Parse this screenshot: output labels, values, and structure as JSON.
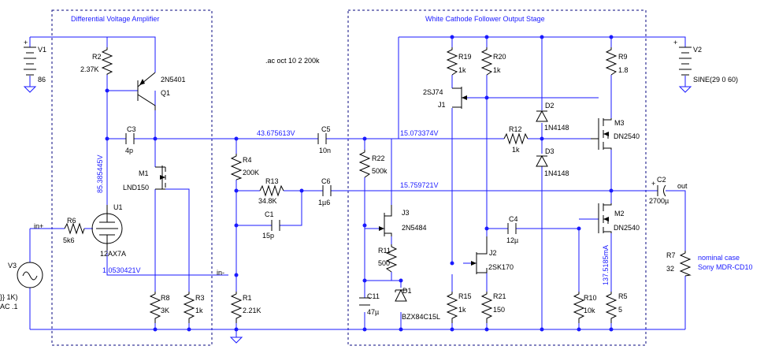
{
  "blocks": {
    "dva_title": "Differential Voltage Amplifier",
    "wcf_title": "White Cathode Follower Output Stage"
  },
  "directive": ".ac oct 10 2 200k",
  "sources": {
    "v1_name": "V1",
    "v1_value": "86",
    "v2_name": "V2",
    "v2_value": "SINE(29 0 60)",
    "v3_name": "V3",
    "v3_value1": "}} 1K)",
    "v3_value2": "AC .1"
  },
  "nets": {
    "in_plus": "in+",
    "in_minus": "in-",
    "out": "out"
  },
  "voltages": {
    "n1": "43.675613V",
    "n2": "15.073374V",
    "n3": "15.759721V",
    "n4": "1.0530421V",
    "n5": "85.385445V"
  },
  "currents": {
    "i1": "137.5185mA"
  },
  "parts": {
    "R2": {
      "name": "R2",
      "value": "2.37K"
    },
    "Q1": {
      "name": "Q1",
      "value": "2N5401"
    },
    "C3": {
      "name": "C3",
      "value": "4p"
    },
    "M1": {
      "name": "M1",
      "value": "LND150"
    },
    "U1": {
      "name": "U1",
      "value": "12AX7A"
    },
    "R6": {
      "name": "R6",
      "value": "5k6"
    },
    "R8": {
      "name": "R8",
      "value": "3K"
    },
    "R3": {
      "name": "R3",
      "value": "1k"
    },
    "R4": {
      "name": "R4",
      "value": "200K"
    },
    "R13": {
      "name": "R13",
      "value": "34.8K"
    },
    "C1": {
      "name": "C1",
      "value": "15p"
    },
    "R1": {
      "name": "R1",
      "value": "2.21K"
    },
    "C5": {
      "name": "C5",
      "value": "10n"
    },
    "C6": {
      "name": "C6",
      "value": "1µ6"
    },
    "R22": {
      "name": "R22",
      "value": "500k"
    },
    "J3": {
      "name": "J3",
      "value": "2N5484"
    },
    "R11": {
      "name": "R11",
      "value": "500"
    },
    "C11": {
      "name": "C11",
      "value": "47µ"
    },
    "D1": {
      "name": "D1",
      "value": "BZX84C15L"
    },
    "R19": {
      "name": "R19",
      "value": "1k"
    },
    "R20": {
      "name": "R20",
      "value": "1k"
    },
    "J1": {
      "name": "J1",
      "value": "2SJ74"
    },
    "R12": {
      "name": "R12",
      "value": "1k"
    },
    "D2": {
      "name": "D2",
      "value": "1N4148"
    },
    "D3": {
      "name": "D3",
      "value": "1N4148"
    },
    "C4": {
      "name": "C4",
      "value": "12µ"
    },
    "J2": {
      "name": "J2",
      "value": "2SK170"
    },
    "R15": {
      "name": "R15",
      "value": "1k"
    },
    "R21": {
      "name": "R21",
      "value": "150"
    },
    "R10": {
      "name": "R10",
      "value": "10k"
    },
    "R9": {
      "name": "R9",
      "value": "1.8"
    },
    "M3": {
      "name": "M3",
      "value": "DN2540"
    },
    "M2": {
      "name": "M2",
      "value": "DN2540"
    },
    "R5": {
      "name": "R5",
      "value": "5"
    },
    "C2": {
      "name": "C2",
      "value": "2700µ"
    },
    "R7": {
      "name": "R7",
      "value": "32"
    }
  },
  "load_note": {
    "line1": "nominal case",
    "line2": "Sony MDR-CD10"
  }
}
